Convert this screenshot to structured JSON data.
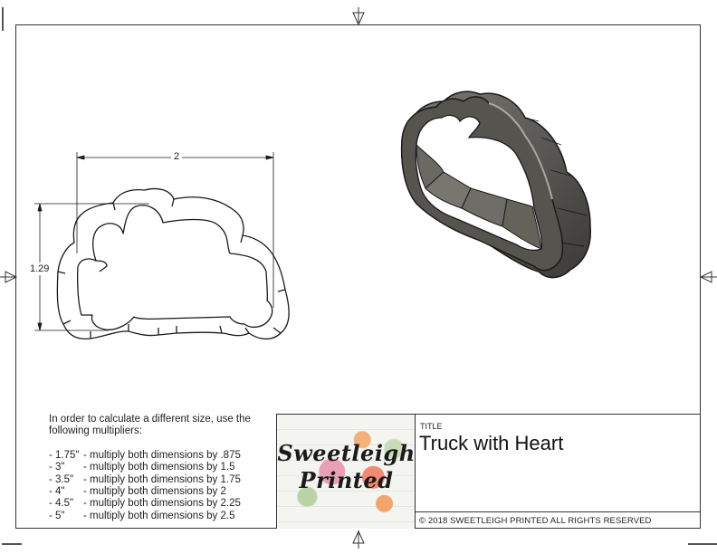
{
  "drawing": {
    "title_label": "TITLE",
    "title": "Truck with Heart",
    "copyright": "© 2018  SWEETLEIGH PRINTED  ALL RIGHTS RESERVED",
    "logo": {
      "line1": "Sweetleigh",
      "line2": "Printed"
    }
  },
  "dimensions": {
    "width_label": "2",
    "height_label": "1.29"
  },
  "notes": {
    "intro": "In order to calculate a different size, use the following multipliers:",
    "multipliers": [
      {
        "size": "- 1.75\"",
        "text": "- multiply both dimensions by .875"
      },
      {
        "size": "- 3\"",
        "text": "- multiply both dimensions by 1.5"
      },
      {
        "size": "- 3.5\"",
        "text": "- multiply both dimensions by 1.75"
      },
      {
        "size": "- 4\"",
        "text": "- multiply both dimensions by 2"
      },
      {
        "size": "- 4.5\"",
        "text": "- multiply both dimensions by 2.25"
      },
      {
        "size": "- 5\"",
        "text": "- multiply both dimensions by 2.5"
      }
    ]
  },
  "colors": {
    "line": "#1a1a1a",
    "frame": "#333333",
    "model_body": "#5a5955",
    "model_dark": "#3b3a37",
    "model_light": "#8d8c87"
  }
}
